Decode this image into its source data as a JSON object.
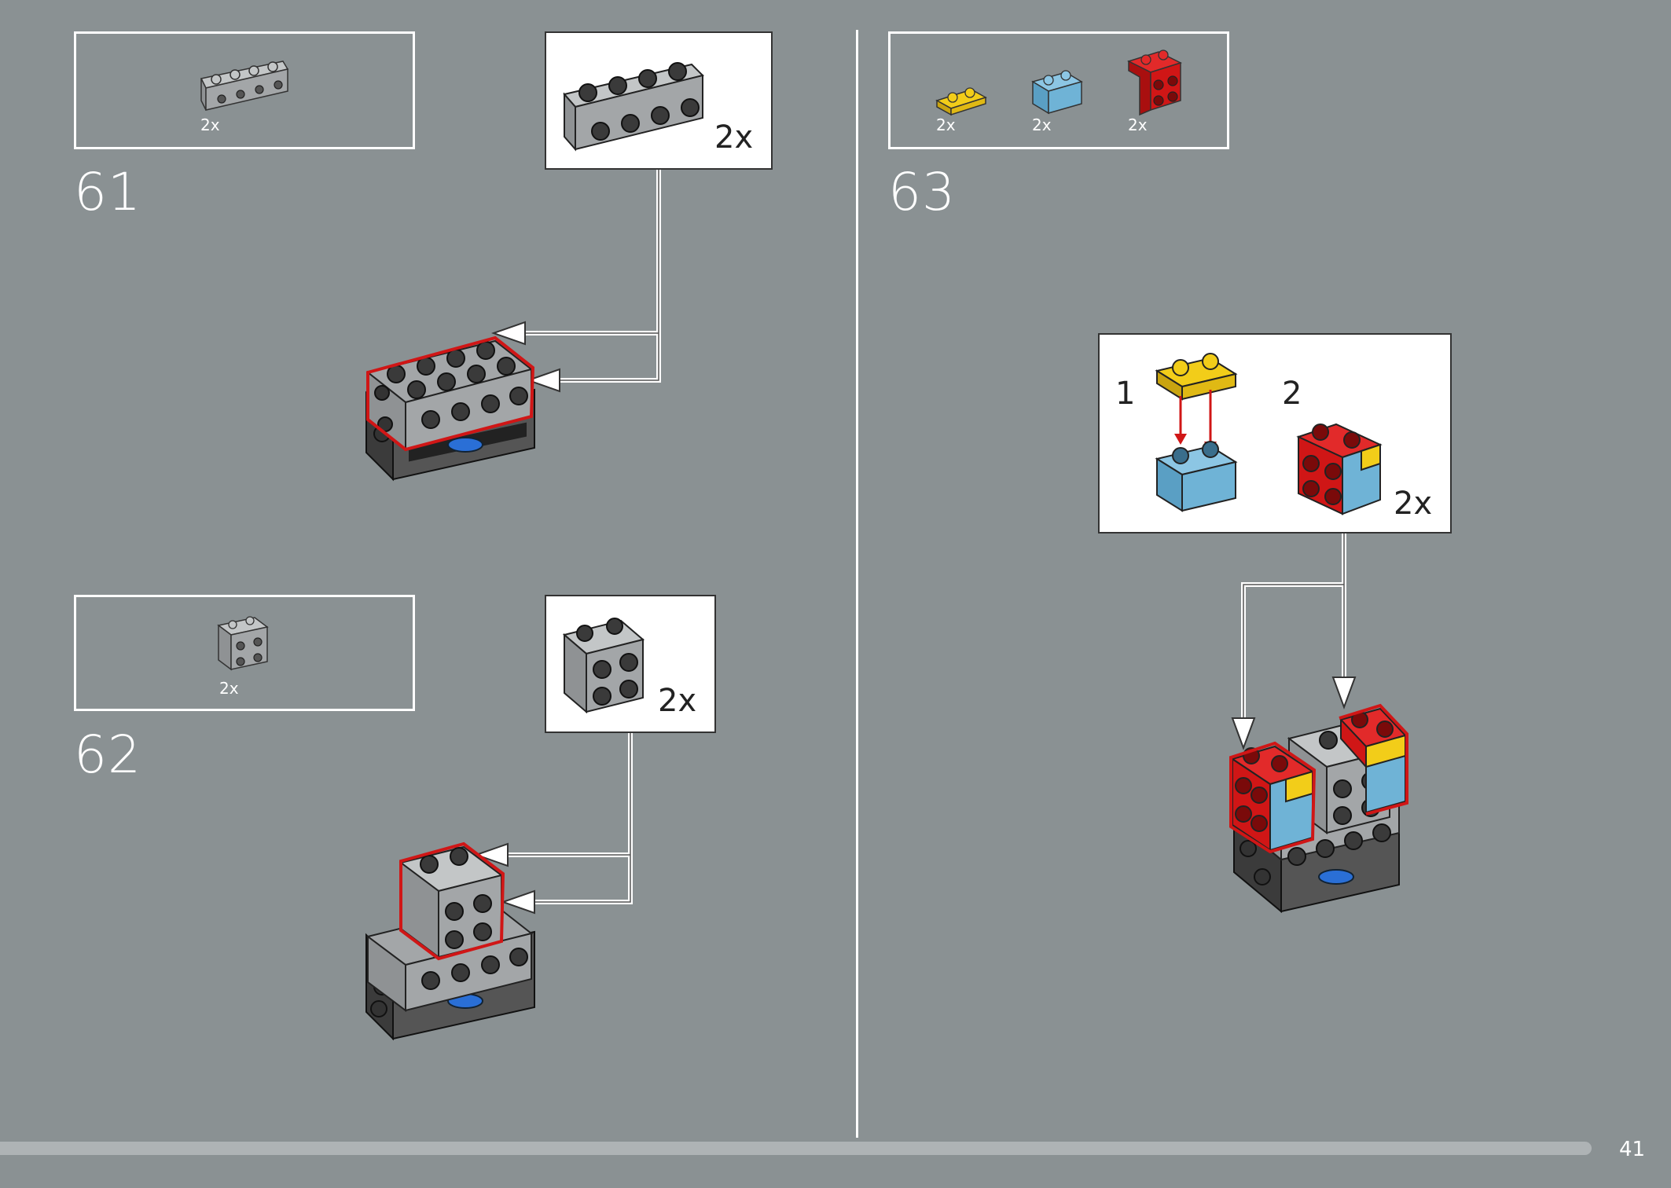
{
  "steps": [
    {
      "number": "61",
      "parts_qty": "2x",
      "callout_qty": "2x"
    },
    {
      "number": "62",
      "parts_qty": "2x",
      "callout_qty": "2x"
    },
    {
      "number": "63",
      "parts_qty": [
        "2x",
        "2x",
        "2x"
      ],
      "callout_qty": "2x",
      "sub_steps": [
        "1",
        "2"
      ]
    }
  ],
  "page_number": "41",
  "colors": {
    "background": "#8a9193",
    "highlight": "#d01616",
    "brick_gray": "#a3a6a8",
    "brick_dark": "#2b2b2b",
    "yellow": "#f2cd19",
    "light_blue": "#6fb3d6",
    "red": "#d01616",
    "blue": "#2a6fd6"
  }
}
